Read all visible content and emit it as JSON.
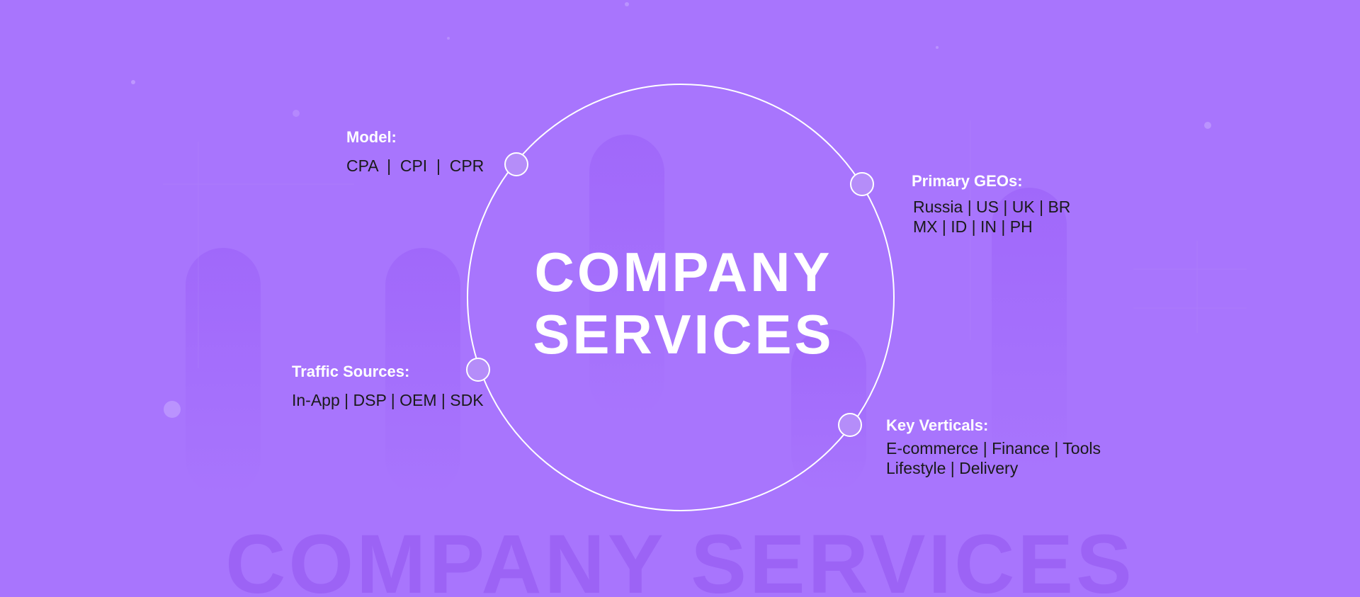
{
  "title": {
    "line1": "COMPANY",
    "line2": "SERVICES"
  },
  "watermark": "COMPANY SERVICES",
  "model": {
    "label": "Model:",
    "value": "CPA  |  CPI  |  CPR"
  },
  "primary_geos": {
    "label": "Primary GEOs:",
    "line1": "Russia | US | UK | BR",
    "line2": "MX | ID | IN | PH"
  },
  "traffic_sources": {
    "label": "Traffic Sources:",
    "value": "In-App | DSP | OEM | SDK"
  },
  "key_verticals": {
    "label": "Key Verticals:",
    "line1": "E-commerce | Finance | Tools",
    "line2": "Lifestyle | Delivery"
  },
  "colors": {
    "background": "#a875fd",
    "accent_text": "#ffffff",
    "body_text": "#1a1a1a"
  }
}
